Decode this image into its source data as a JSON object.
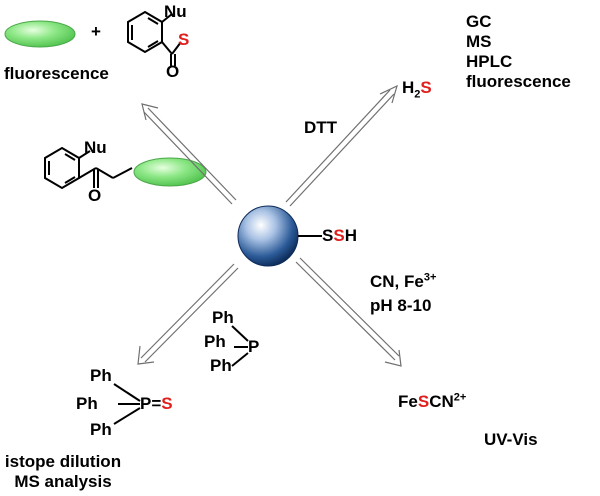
{
  "top_left": {
    "plus": "+",
    "nu_label": "Nu",
    "s_label": "S",
    "o_label": "O",
    "fluorescence_label": "fluorescence"
  },
  "reagent_left": {
    "nu_label": "Nu",
    "o_label": "O"
  },
  "top_right": {
    "h2s_h": "H",
    "h2s_sub": "2",
    "h2s_s": "S",
    "methods": [
      "GC",
      "MS",
      "HPLC",
      "fluorescence"
    ]
  },
  "dtt_label": "DTT",
  "center": {
    "s1": "S",
    "s2": "S",
    "h": "H"
  },
  "cn_fe": {
    "cn": "CN, Fe",
    "fe_charge": "3+",
    "ph": "pH 8-10"
  },
  "phosphine": {
    "ph_top": "Ph",
    "ph_mid": "Ph",
    "p": "P",
    "ph_bot": "Ph"
  },
  "phosphine_sulfide": {
    "ph_top": "Ph",
    "ph_mid": "Ph",
    "p": "P",
    "eq": "=",
    "s": "S",
    "ph_bot": "Ph"
  },
  "isotope": [
    "istope dilution",
    "MS analysis"
  ],
  "fescn": {
    "fe": "Fe",
    "s": "S",
    "cn": "CN",
    "charge": "2+"
  },
  "uvvis": "UV-Vis",
  "colors": {
    "sulfur_red": "#e0201e",
    "probe_green": "#7ee07a",
    "sphere_blue": "#1f4a82",
    "arrow_gray": "#707070"
  }
}
